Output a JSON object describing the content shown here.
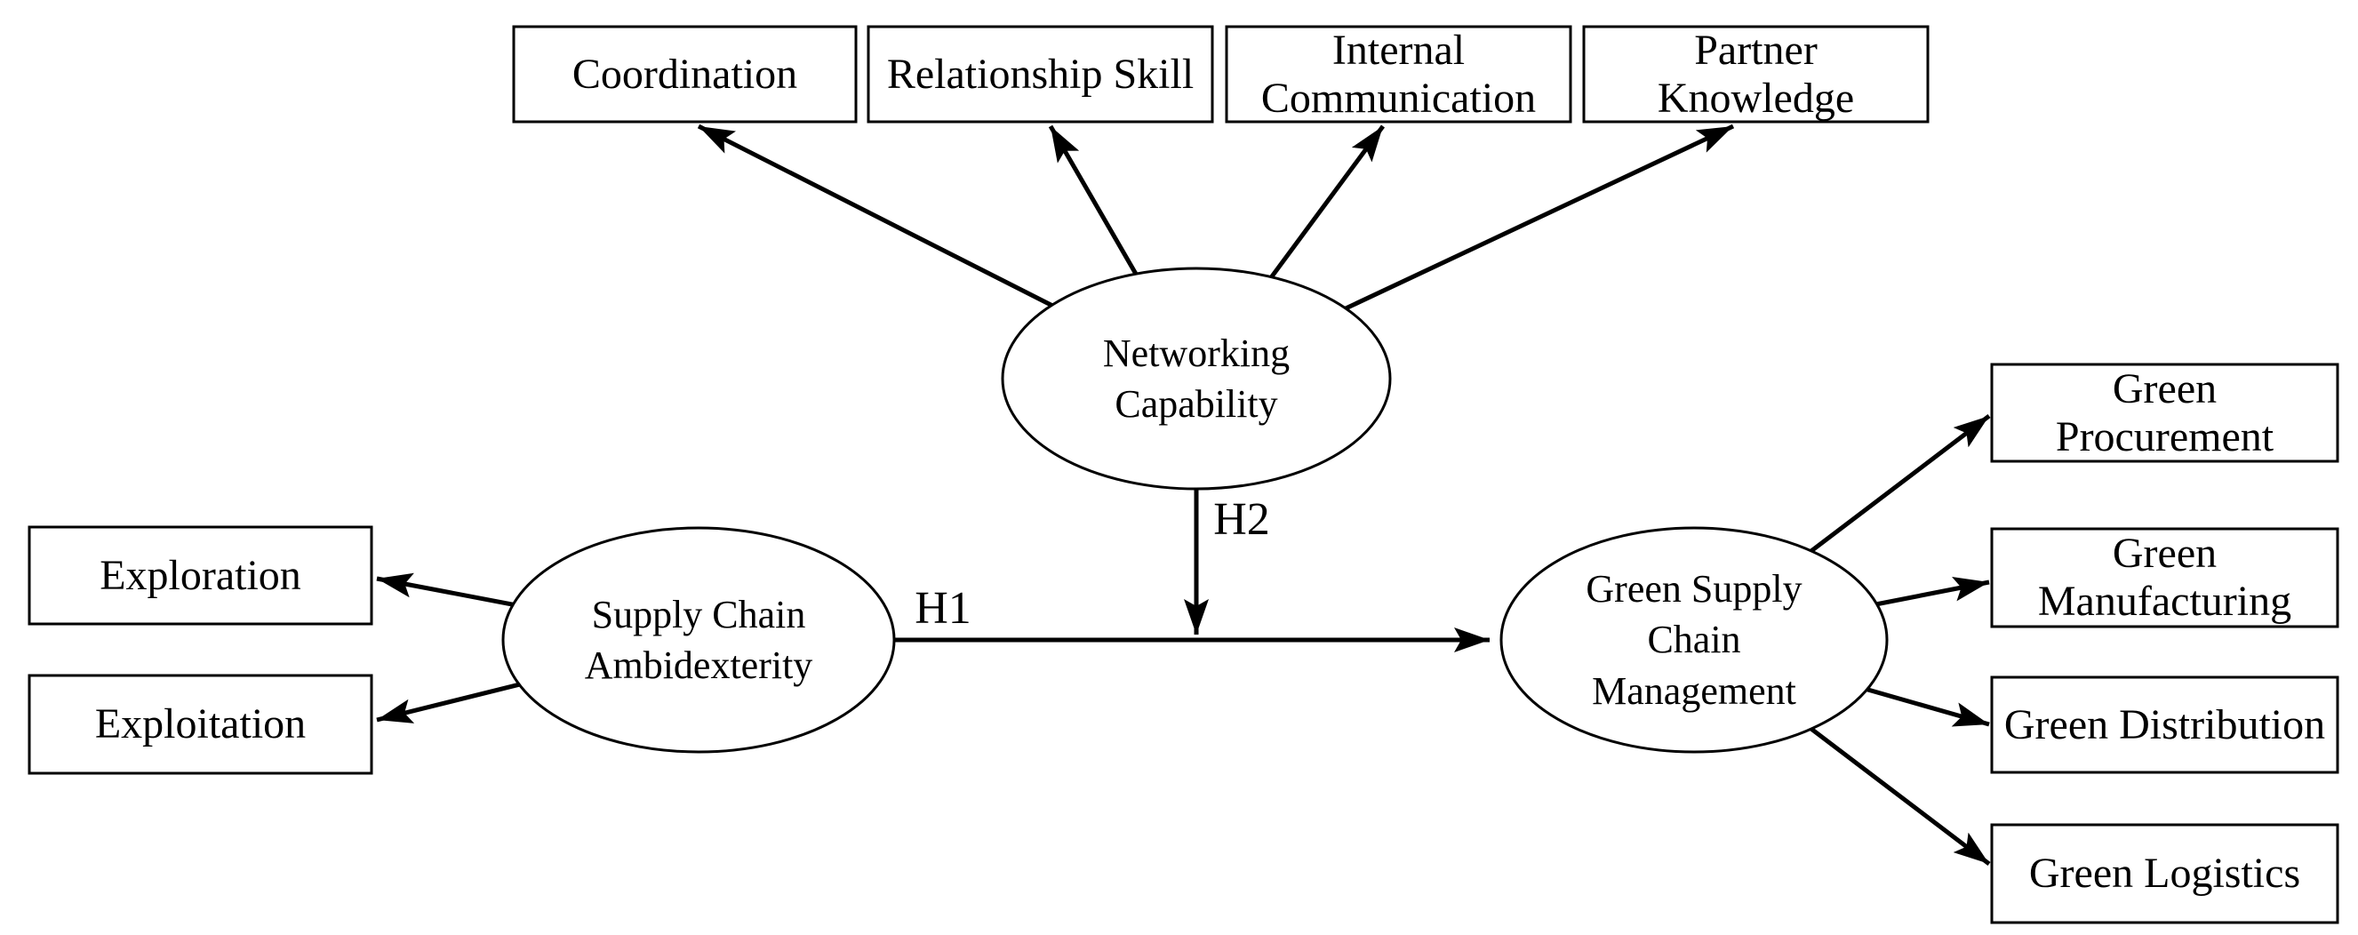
{
  "figure": {
    "type": "structural-model-diagram",
    "colors": {
      "background": "#ffffff",
      "line": "#000000",
      "text": "#000000"
    },
    "nodes": {
      "networking_capability": {
        "shape": "ellipse",
        "lines": [
          "Networking",
          "Capability"
        ]
      },
      "supply_chain_ambidexterity": {
        "shape": "ellipse",
        "lines": [
          "Supply Chain",
          "Ambidexterity"
        ]
      },
      "green_supply_chain_management": {
        "shape": "ellipse",
        "lines": [
          "Green Supply",
          "Chain",
          "Management"
        ]
      },
      "coordination": {
        "shape": "rectangle",
        "lines": [
          "Coordination"
        ]
      },
      "relationship_skill": {
        "shape": "rectangle",
        "lines": [
          "Relationship Skill"
        ]
      },
      "internal_communication": {
        "shape": "rectangle",
        "lines": [
          "Internal",
          "Communication"
        ]
      },
      "partner_knowledge": {
        "shape": "rectangle",
        "lines": [
          "Partner",
          "Knowledge"
        ]
      },
      "exploration": {
        "shape": "rectangle",
        "lines": [
          "Exploration"
        ]
      },
      "exploitation": {
        "shape": "rectangle",
        "lines": [
          "Exploitation"
        ]
      },
      "green_procurement": {
        "shape": "rectangle",
        "lines": [
          "Green",
          "Procurement"
        ]
      },
      "green_manufacturing": {
        "shape": "rectangle",
        "lines": [
          "Green",
          "Manufacturing"
        ]
      },
      "green_distribution": {
        "shape": "rectangle",
        "lines": [
          "Green Distribution"
        ]
      },
      "green_logistics": {
        "shape": "rectangle",
        "lines": [
          "Green Logistics"
        ]
      }
    },
    "edges": {
      "h1": {
        "label": "H1",
        "from": "supply_chain_ambidexterity",
        "to": "green_supply_chain_management"
      },
      "h2": {
        "label": "H2",
        "from": "networking_capability",
        "to": "h1-path"
      },
      "indicator_edges": [
        {
          "from": "networking_capability",
          "to": "coordination"
        },
        {
          "from": "networking_capability",
          "to": "relationship_skill"
        },
        {
          "from": "networking_capability",
          "to": "internal_communication"
        },
        {
          "from": "networking_capability",
          "to": "partner_knowledge"
        },
        {
          "from": "supply_chain_ambidexterity",
          "to": "exploration"
        },
        {
          "from": "supply_chain_ambidexterity",
          "to": "exploitation"
        },
        {
          "from": "green_supply_chain_management",
          "to": "green_procurement"
        },
        {
          "from": "green_supply_chain_management",
          "to": "green_manufacturing"
        },
        {
          "from": "green_supply_chain_management",
          "to": "green_distribution"
        },
        {
          "from": "green_supply_chain_management",
          "to": "green_logistics"
        }
      ]
    }
  }
}
